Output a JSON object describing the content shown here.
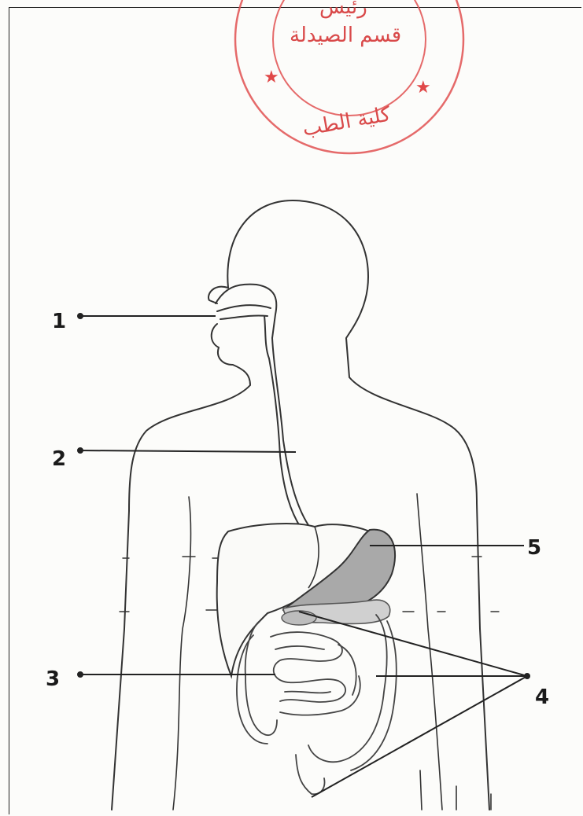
{
  "stamp": {
    "line_top": "رئيس",
    "line_middle": "قسم الصيدلة",
    "ring_bottom": "كلية الطب",
    "color": "#e04a4a"
  },
  "labels": [
    "1",
    "2",
    "3",
    "4",
    "5"
  ]
}
